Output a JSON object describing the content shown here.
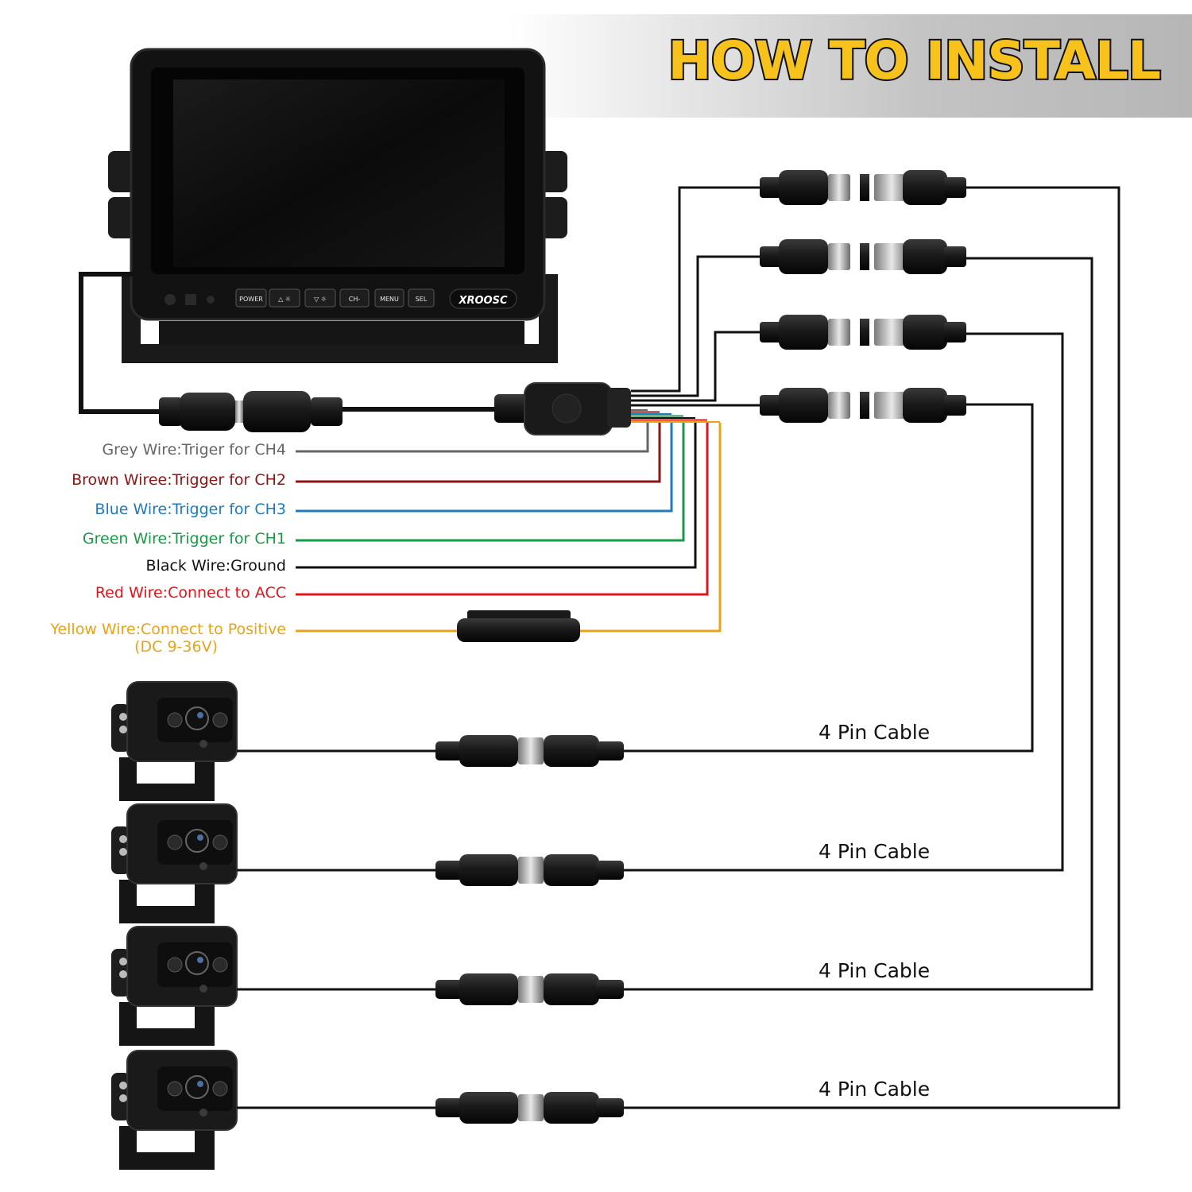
{
  "title": "HOW TO INSTALL",
  "monitor": {
    "brand": "XROOSC",
    "buttons": [
      "POWER",
      "△ ☼",
      "▽ ☼",
      "CH-",
      "MENU",
      "SEL"
    ]
  },
  "wires": [
    {
      "label": "Grey Wire:Triger for CH4",
      "color": "#666666"
    },
    {
      "label": "Brown Wiree:Trigger for CH2",
      "color": "#8b1414"
    },
    {
      "label": "Blue Wire:Trigger for CH3",
      "color": "#1e7bbd"
    },
    {
      "label": "Green Wire:Trigger for CH1",
      "color": "#1a9a48"
    },
    {
      "label": "Black Wire:Ground",
      "color": "#111111"
    },
    {
      "label": "Red Wire:Connect to ACC",
      "color": "#e0161d"
    },
    {
      "label": "Yellow Wire:Connect to Positive",
      "sublabel": "(DC 9-36V)",
      "color": "#e8a31a"
    }
  ],
  "cables": [
    {
      "label": "4 Pin Cable"
    },
    {
      "label": "4 Pin Cable"
    },
    {
      "label": "4 Pin Cable"
    },
    {
      "label": "4 Pin Cable"
    }
  ],
  "icons": [
    "monitor-icon",
    "camera-icon",
    "connector-icon",
    "fuse-holder-icon",
    "junction-box-icon"
  ]
}
